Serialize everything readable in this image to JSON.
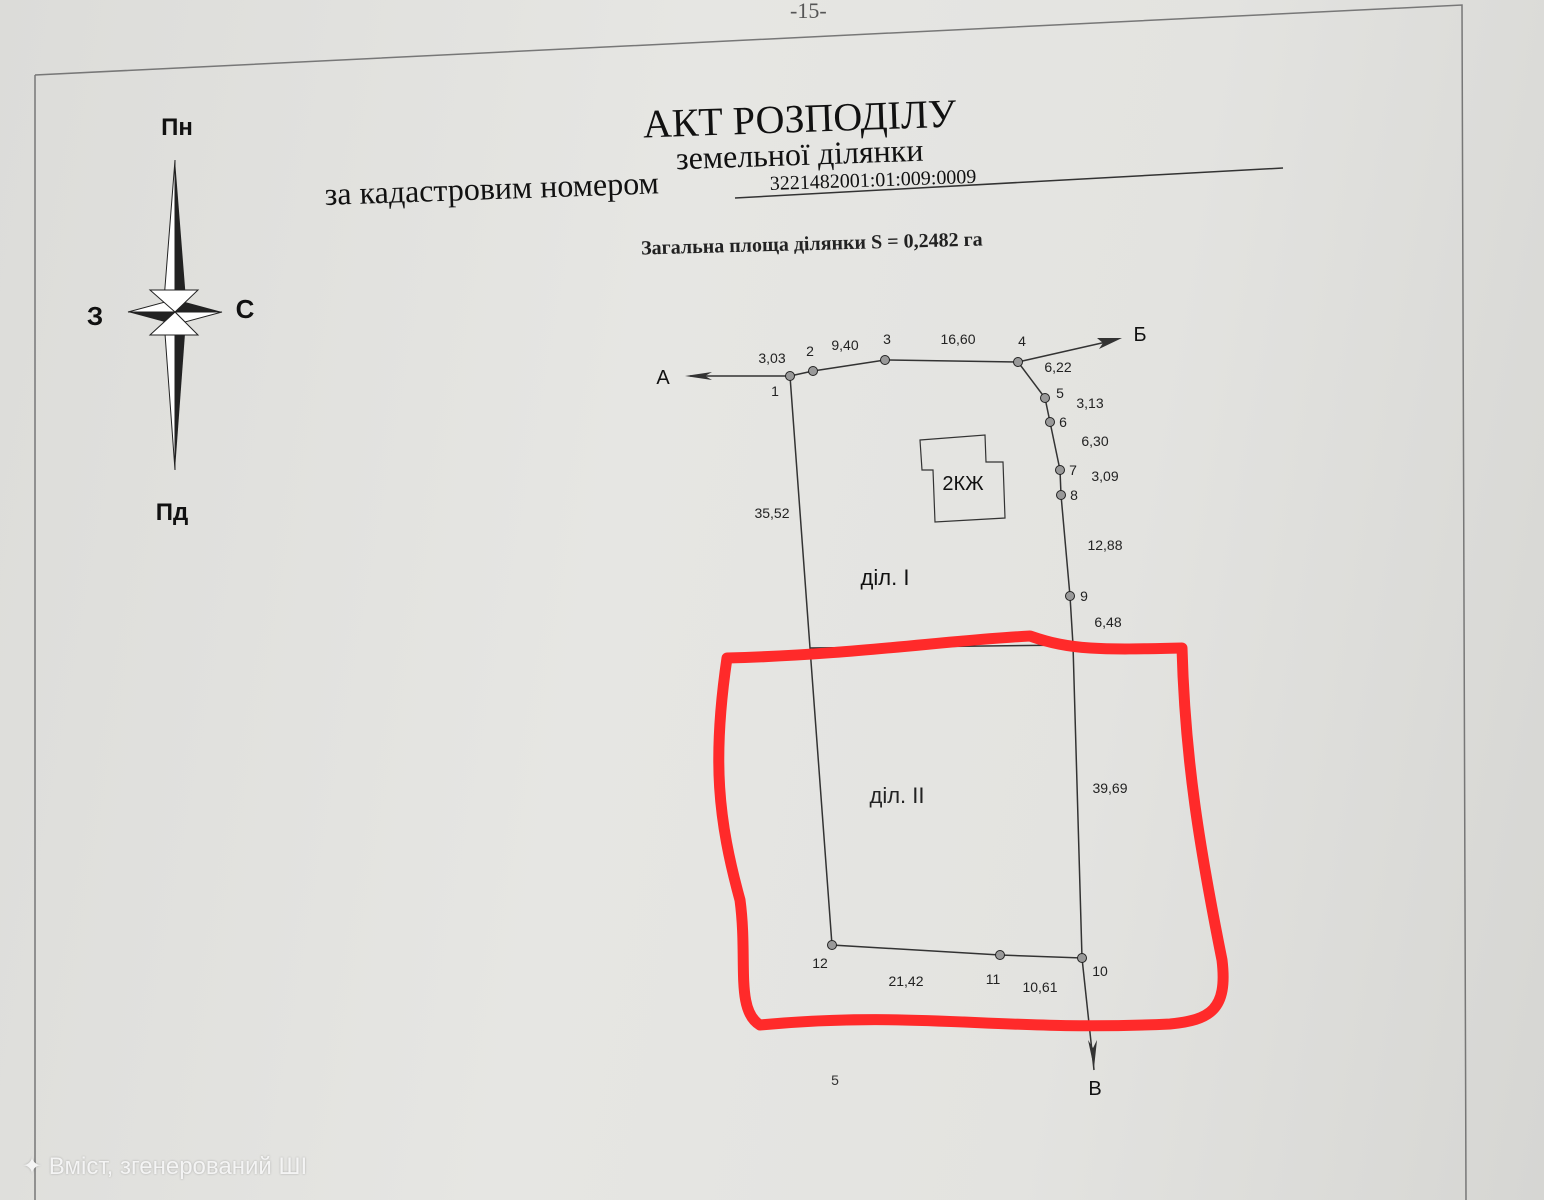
{
  "document": {
    "title": "АКТ РОЗПОДІЛУ",
    "subtitle": "земельної ділянки",
    "cadastral_label": "за кадастровим номером",
    "cadastral_number": "3221482001:01:009:0009",
    "total_area": "Загальна площа ділянки S = 0,2482 га",
    "top_mark": "-15-"
  },
  "compass": {
    "north": "Пн",
    "south": "Пд",
    "west": "З",
    "east": "С"
  },
  "plan": {
    "directions": {
      "a": "А",
      "b": "Б",
      "v": "В"
    },
    "parcels": {
      "one": "діл. I",
      "two": "діл. II"
    },
    "building": "2КЖ",
    "points": [
      "1",
      "2",
      "3",
      "4",
      "5",
      "6",
      "7",
      "8",
      "9",
      "10",
      "11",
      "12"
    ],
    "distances": [
      "3,03",
      "9,40",
      "16,60",
      "6,22",
      "3,13",
      "6,30",
      "3,09",
      "12,88",
      "6,48",
      "39,69",
      "10,61",
      "21,42",
      "35,52"
    ],
    "misc_mark": "5",
    "highlight_color": "#ff2a2a"
  },
  "watermark": "✦ Вміст, згенерований ШІ"
}
